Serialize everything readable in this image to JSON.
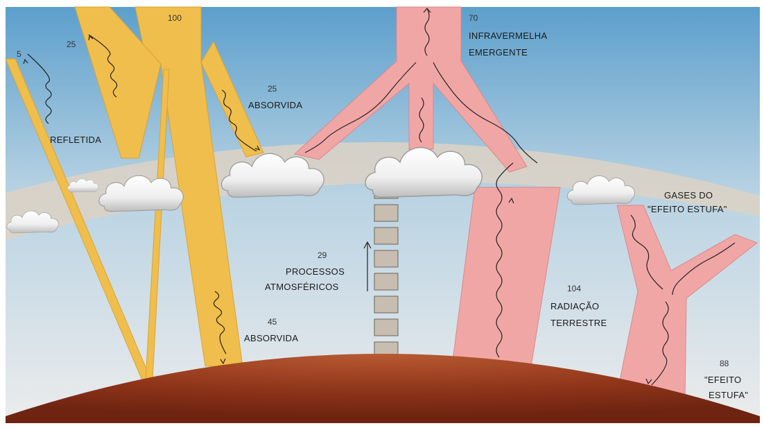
{
  "colors": {
    "sky_top": "#5c9fcc",
    "sky_bottom": "#e9e9e9",
    "solar": "#f0be4c",
    "solar_edge": "#d9a435",
    "infrared": "#f1a6a6",
    "infrared_edge": "#d98888",
    "earth": "#9a3b1f",
    "atmosphere_band": "#ddd2c4",
    "cloud": "#f6f6f6",
    "process_box": "#c7bdb0"
  },
  "labels": {
    "incoming_value": "100",
    "reflected_value_small": "5",
    "reflected_value": "25",
    "reflected_text": "REFLETIDA",
    "cloud_absorbed_value": "25",
    "cloud_absorbed_text": "ABSORVIDA",
    "surface_absorbed_value": "45",
    "surface_absorbed_text": "ABSORVIDA",
    "outgoing_value": "70",
    "outgoing_line1": "INFRAVERMELHA",
    "outgoing_line2": "EMERGENTE",
    "processes_value": "29",
    "processes_line1": "PROCESSOS",
    "processes_line2": "ATMOSFÉRICOS",
    "terrestrial_value": "104",
    "terrestrial_line1": "RADIAÇÃO",
    "terrestrial_line2": "TERRESTRE",
    "gases_line1": "GASES DO",
    "gases_line2": "\"EFEITO ESTUFA\"",
    "greenhouse_value": "88",
    "greenhouse_line1": "\"EFEITO",
    "greenhouse_line2": "ESTUFA\""
  }
}
